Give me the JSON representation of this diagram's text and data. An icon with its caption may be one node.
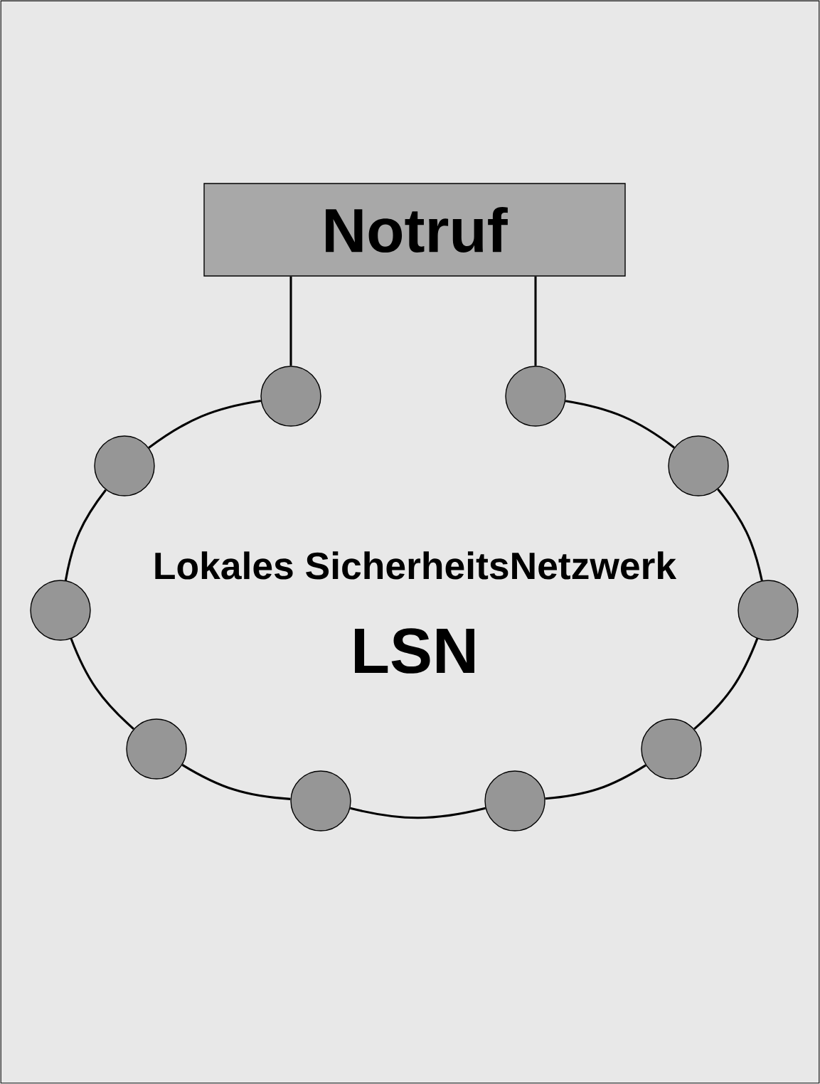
{
  "diagram": {
    "nodes": [
      {
        "text": [
          "Notruf"
        ]
      },
      {
        "text": [],
        "shape": "circle"
      },
      {
        "text": [],
        "shape": "circle"
      },
      {
        "text": [],
        "shape": "circle"
      },
      {
        "text": [],
        "shape": "circle"
      },
      {
        "text": [],
        "shape": "circle"
      },
      {
        "text": [],
        "shape": "circle"
      },
      {
        "text": [],
        "shape": "circle"
      },
      {
        "text": [],
        "shape": "circle"
      },
      {
        "text": [],
        "shape": "circle"
      },
      {
        "text": [],
        "shape": "circle"
      }
    ],
    "edges": [
      {
        "from": 0,
        "to": 4,
        "arrow": "none"
      },
      {
        "from": 0,
        "to": 7,
        "arrow": "none"
      },
      {
        "from": 4,
        "to": 2,
        "arrow": "none"
      },
      {
        "from": 2,
        "to": 1,
        "arrow": "none"
      },
      {
        "from": 1,
        "to": 3,
        "arrow": "none"
      },
      {
        "from": 3,
        "to": 5,
        "arrow": "none"
      },
      {
        "from": 5,
        "to": 6,
        "arrow": "none"
      },
      {
        "from": 6,
        "to": 8,
        "arrow": "none"
      },
      {
        "from": 8,
        "to": 10,
        "arrow": "none"
      },
      {
        "from": 10,
        "to": 9,
        "arrow": "none"
      },
      {
        "from": 9,
        "to": 7,
        "arrow": "none"
      }
    ],
    "labels": [
      "Lokales SicherheitsNetzwerk",
      "LSN"
    ]
  }
}
